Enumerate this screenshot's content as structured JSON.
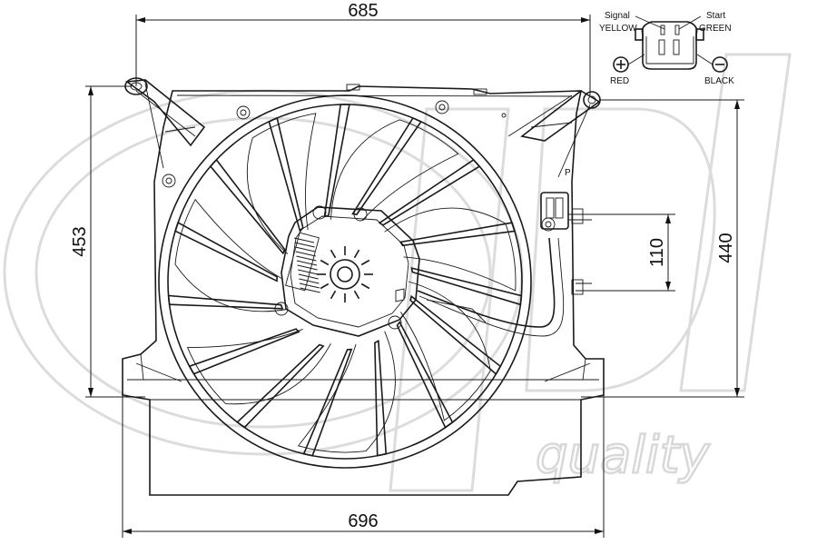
{
  "dimensions": {
    "top_width": "685",
    "bottom_width": "696",
    "left_height": "453",
    "right_height": "440",
    "connector_spacing": "110"
  },
  "connector": {
    "signal_label": "Signal",
    "signal_color": "YELLOW",
    "start_label": "Start",
    "start_color": "GREEN",
    "positive_label": "RED",
    "negative_label": "BLACK"
  },
  "watermark": {
    "text": "quality"
  }
}
